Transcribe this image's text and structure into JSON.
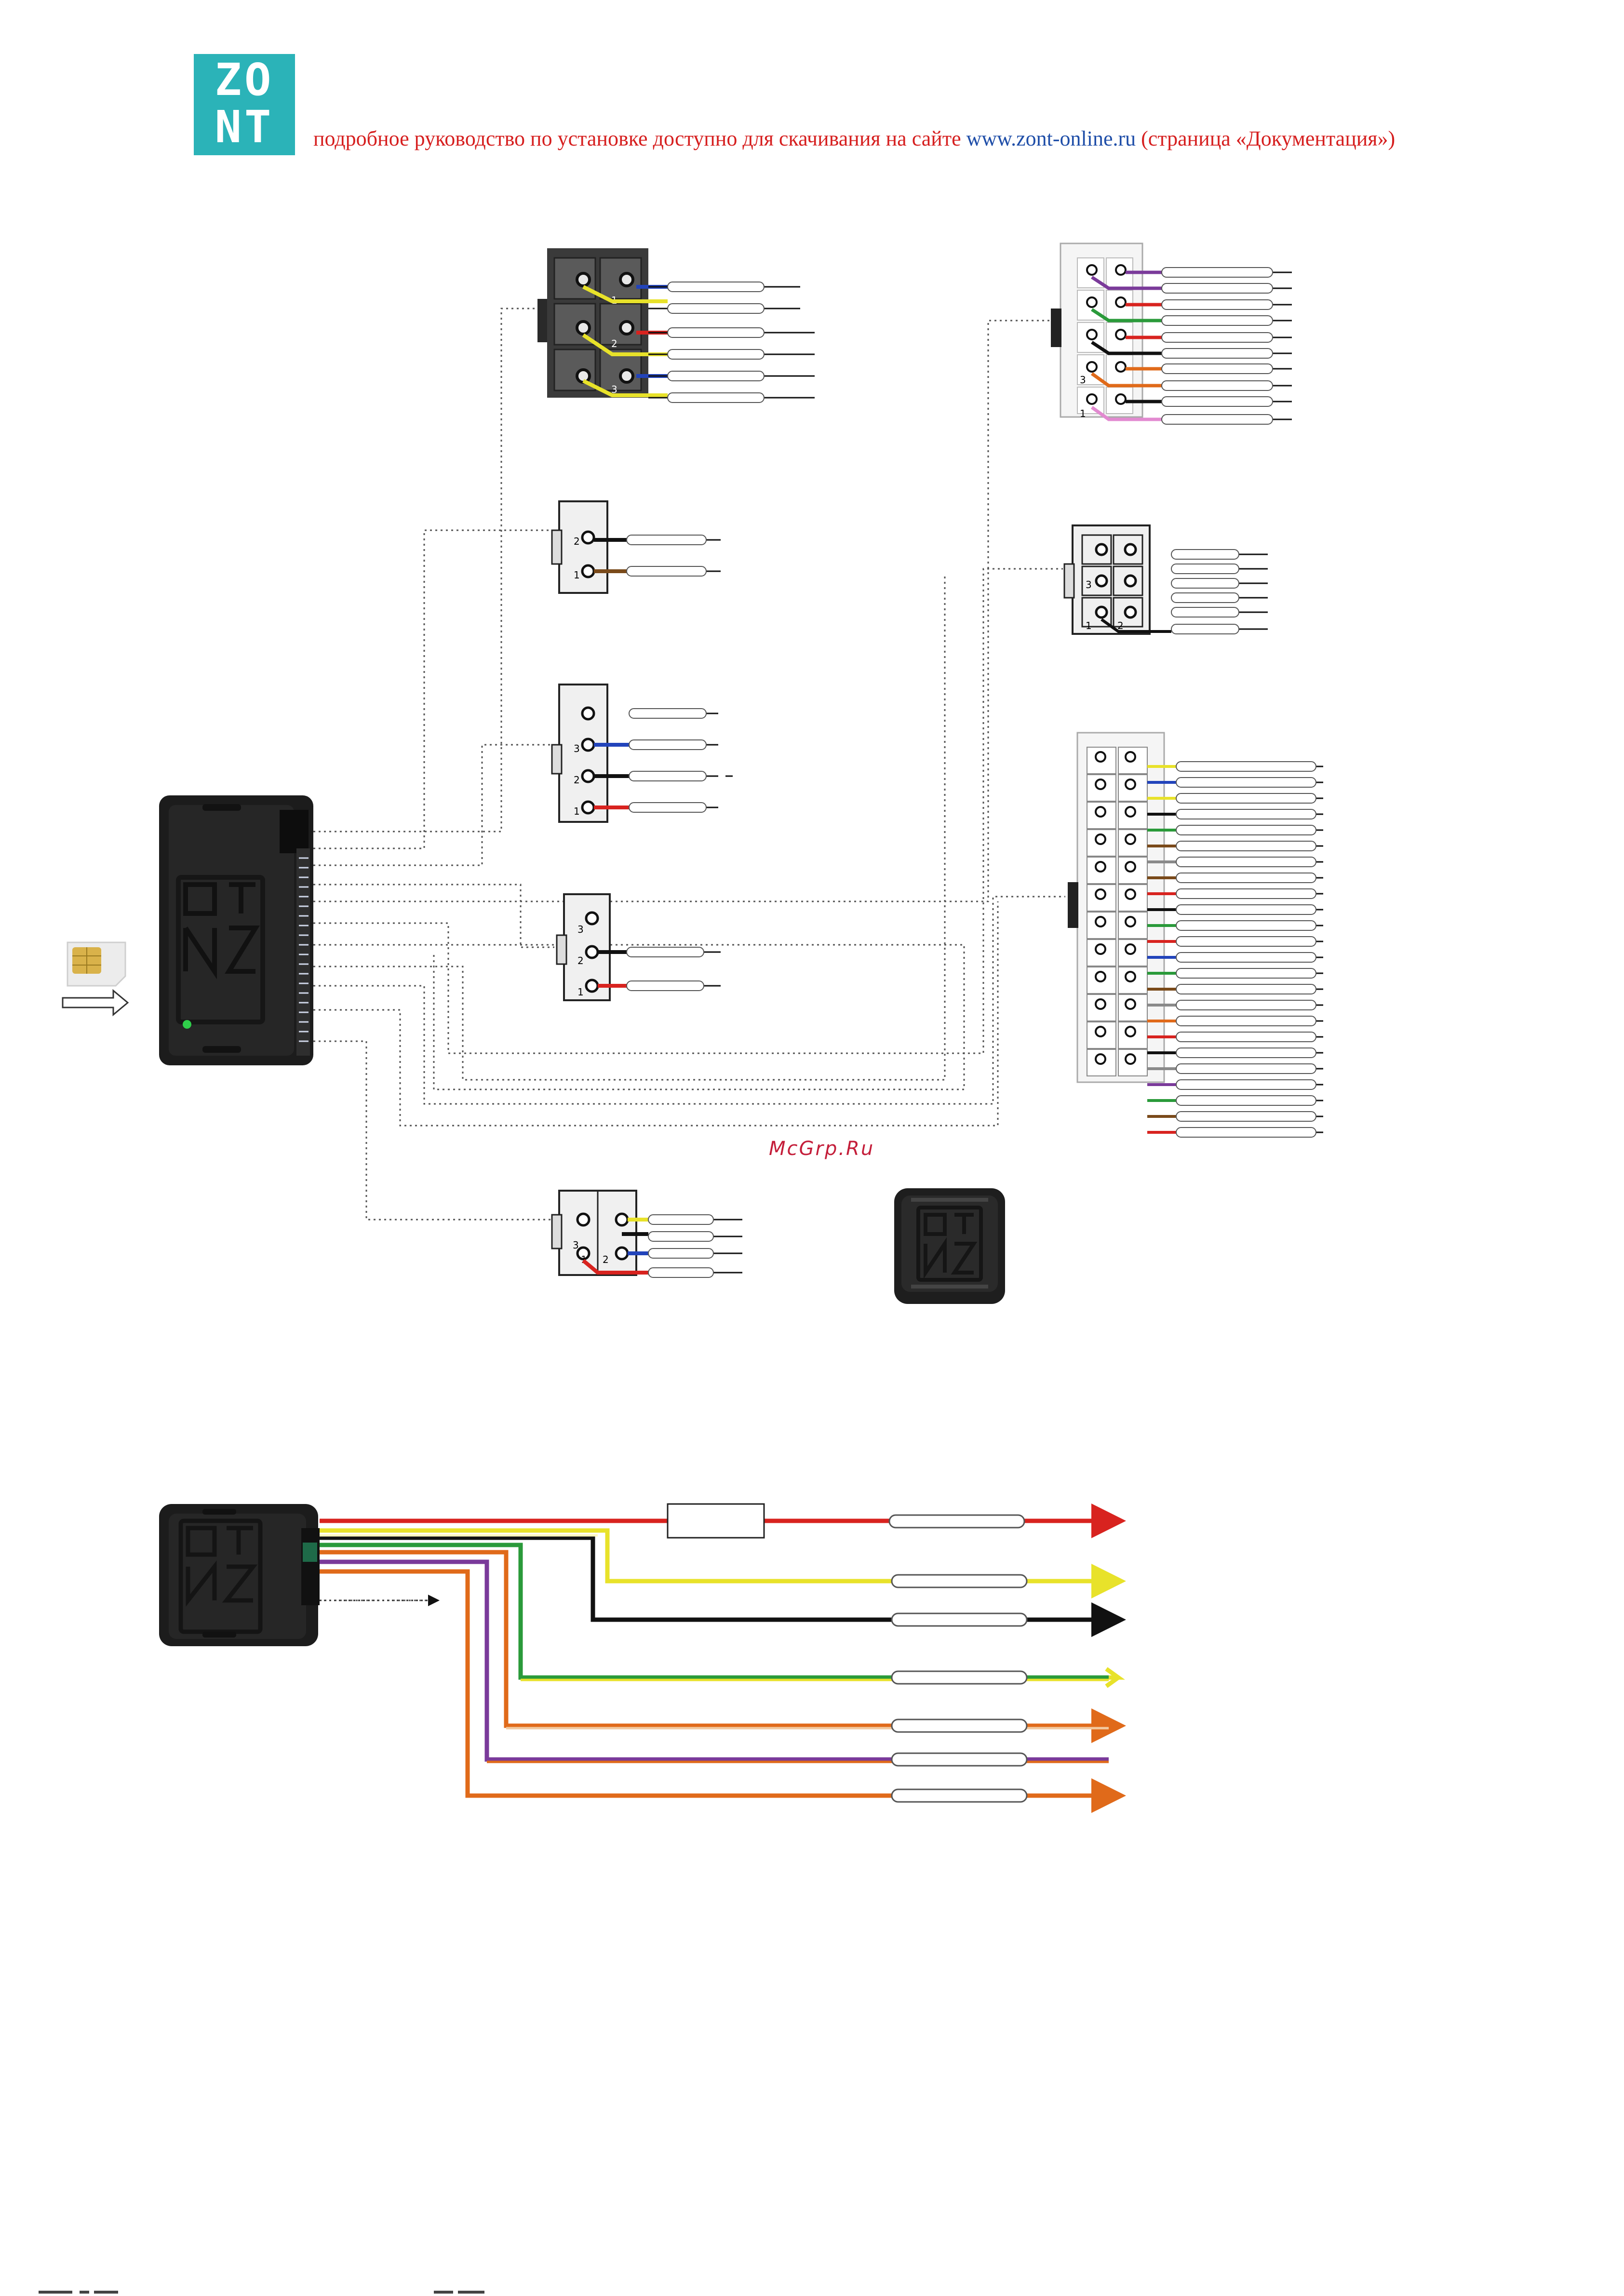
{
  "logo": {
    "text_top": "ZO",
    "text_bottom": "NT",
    "bg_color": "#2bb3b8"
  },
  "header": {
    "prefix": "подробное руководство по установке доступно для скачивания на сайте ",
    "url": "www.zont-online.ru",
    "suffix": " (страница «Документация»)"
  },
  "watermark": "McGrp.Ru",
  "wire_colors": {
    "red": "#d8231f",
    "yellow": "#e8e22a",
    "black": "#111111",
    "green": "#2a9a3a",
    "orange": "#e06a1a",
    "blue": "#2244bb",
    "purple": "#7a3a9a",
    "brown": "#7a4a1a",
    "pink": "#e28ad0",
    "grey": "#8a8a8a"
  },
  "icons": [
    "sim-card-icon",
    "arrow-right-icon",
    "led-indicator-icon",
    "fuse-icon"
  ]
}
